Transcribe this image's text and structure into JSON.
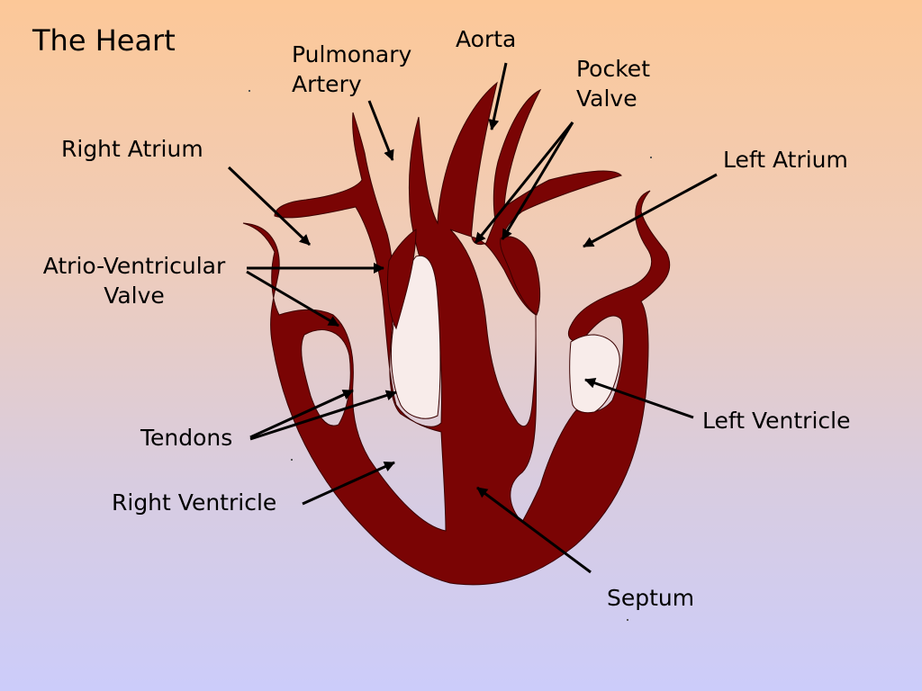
{
  "title": "The Heart",
  "colors": {
    "muscle": "#7a0404",
    "background_top": "#fcc898",
    "background_bottom": "#ccccfa",
    "text": "#000000"
  },
  "labels": {
    "pulmonary_artery": [
      "Pulmonary",
      "Artery"
    ],
    "aorta": "Aorta",
    "pocket_valve": [
      "Pocket",
      "Valve"
    ],
    "right_atrium": "Right Atrium",
    "left_atrium": "Left Atrium",
    "atrio_ventricular_valve": [
      "Atrio-Ventricular",
      "Valve"
    ],
    "tendons": "Tendons",
    "left_ventricle": "Left Ventricle",
    "right_ventricle": "Right Ventricle",
    "septum": "Septum"
  }
}
